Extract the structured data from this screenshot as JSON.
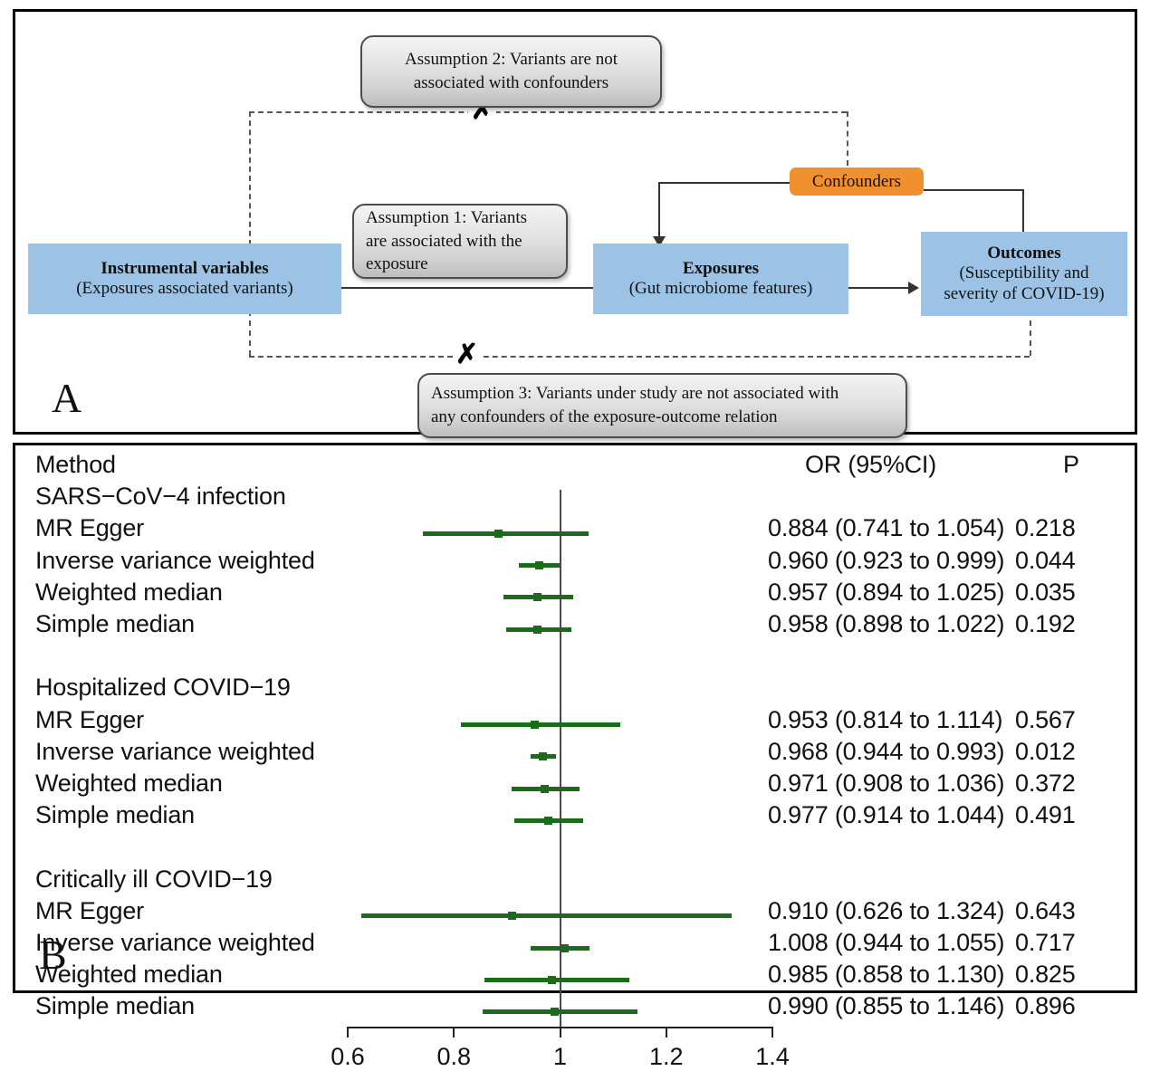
{
  "panels": {
    "a_label": "A",
    "b_label": "B"
  },
  "diagram": {
    "nodes": {
      "instrumental": {
        "title": "Instrumental variables",
        "subtitle": "(Exposures associated variants)"
      },
      "exposures": {
        "title": "Exposures",
        "subtitle": "(Gut microbiome features)"
      },
      "outcomes": {
        "title": "Outcomes",
        "subtitle": "(Susceptibility and",
        "subtitle2": "severity of COVID-19)"
      },
      "confounders": {
        "title": "Confounders"
      }
    },
    "callouts": {
      "assumption1": {
        "line1": "Assumption 1: Variants",
        "line2": "are associated with the",
        "line3": "exposure"
      },
      "assumption2": {
        "line1": "Assumption 2: Variants are not",
        "line2": "associated with confounders"
      },
      "assumption3": {
        "line1": "Assumption 3: Variants under study are not associated with",
        "line2": "any confounders of the exposure-outcome relation"
      }
    },
    "violation_mark": "✗",
    "colors": {
      "node_blue": "#9CC3E5",
      "confounder_orange": "#F0902F",
      "callout_gray": "#e2e2e2"
    }
  },
  "chart_data": {
    "type": "forest",
    "title": "",
    "xlabel": "",
    "ylabel": "",
    "columns": {
      "method": "Method",
      "or": "OR (95%CI)",
      "p": "P"
    },
    "xlim": [
      0.6,
      1.4
    ],
    "xticks": [
      "0.6",
      "0.8",
      "1",
      "1.2",
      "1.4"
    ],
    "xtick_values": [
      0.6,
      0.8,
      1.0,
      1.2,
      1.4
    ],
    "reference_line": 1.0,
    "grid": false,
    "marker_color": "#1A6B1A",
    "rows": [
      {
        "kind": "group",
        "label": "SARS−CoV−4 infection"
      },
      {
        "kind": "data",
        "label": "MR Egger",
        "or": 0.884,
        "lo": 0.741,
        "hi": 1.054,
        "p": "0.218",
        "or_text": "0.884 (0.741 to 1.054)"
      },
      {
        "kind": "data",
        "label": "Inverse variance weighted",
        "or": 0.96,
        "lo": 0.923,
        "hi": 0.999,
        "p": "0.044",
        "or_text": "0.960 (0.923 to 0.999)"
      },
      {
        "kind": "data",
        "label": "Weighted median",
        "or": 0.957,
        "lo": 0.894,
        "hi": 1.025,
        "p": "0.035",
        "or_text": "0.957 (0.894 to 1.025)"
      },
      {
        "kind": "data",
        "label": "Simple median",
        "or": 0.958,
        "lo": 0.898,
        "hi": 1.022,
        "p": "0.192",
        "or_text": "0.958 (0.898 to 1.022)"
      },
      {
        "kind": "spacer"
      },
      {
        "kind": "group",
        "label": "Hospitalized COVID−19"
      },
      {
        "kind": "data",
        "label": "MR Egger",
        "or": 0.953,
        "lo": 0.814,
        "hi": 1.114,
        "p": "0.567",
        "or_text": "0.953 (0.814 to 1.114)"
      },
      {
        "kind": "data",
        "label": "Inverse variance weighted",
        "or": 0.968,
        "lo": 0.944,
        "hi": 0.993,
        "p": "0.012",
        "or_text": "0.968 (0.944 to 0.993)"
      },
      {
        "kind": "data",
        "label": "Weighted median",
        "or": 0.971,
        "lo": 0.908,
        "hi": 1.036,
        "p": "0.372",
        "or_text": "0.971 (0.908 to 1.036)"
      },
      {
        "kind": "data",
        "label": "Simple median",
        "or": 0.977,
        "lo": 0.914,
        "hi": 1.044,
        "p": "0.491",
        "or_text": "0.977 (0.914 to 1.044)"
      },
      {
        "kind": "spacer"
      },
      {
        "kind": "group",
        "label": "Critically ill COVID−19"
      },
      {
        "kind": "data",
        "label": "MR Egger",
        "or": 0.91,
        "lo": 0.626,
        "hi": 1.324,
        "p": "0.643",
        "or_text": "0.910 (0.626 to 1.324)"
      },
      {
        "kind": "data",
        "label": "Inverse variance weighted",
        "or": 1.008,
        "lo": 0.944,
        "hi": 1.055,
        "p": "0.717",
        "or_text": "1.008 (0.944 to 1.055)"
      },
      {
        "kind": "data",
        "label": "Weighted median",
        "or": 0.985,
        "lo": 0.858,
        "hi": 1.13,
        "p": "0.825",
        "or_text": "0.985 (0.858 to 1.130)"
      },
      {
        "kind": "data",
        "label": "Simple median",
        "or": 0.99,
        "lo": 0.855,
        "hi": 1.146,
        "p": "0.896",
        "or_text": "0.990 (0.855 to 1.146)"
      }
    ]
  }
}
